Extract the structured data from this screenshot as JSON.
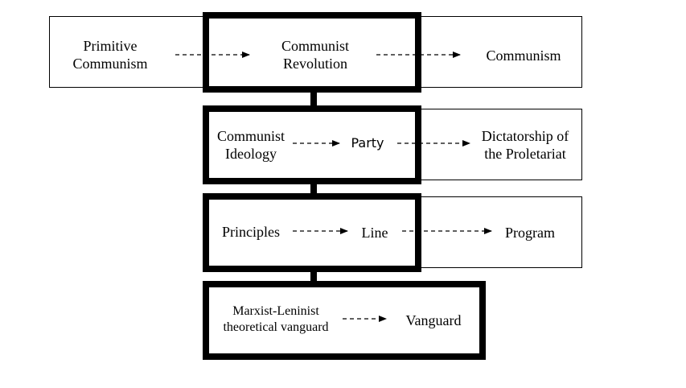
{
  "rows": [
    {
      "left": [
        "Primitive",
        "Communism"
      ],
      "center": [
        "Communist",
        "Revolution"
      ],
      "right": [
        "Communism"
      ]
    },
    {
      "left": [
        "Communist",
        "Ideology"
      ],
      "center": [
        "Party"
      ],
      "right": [
        "Dictatorship of",
        "the Proletariat"
      ]
    },
    {
      "left": [
        "Principles"
      ],
      "center": [
        "Line"
      ],
      "right": [
        "Program"
      ]
    },
    {
      "left": [
        "Marxist-Leninist",
        "theoretical vanguard"
      ],
      "center": [
        "Vanguard"
      ]
    }
  ]
}
